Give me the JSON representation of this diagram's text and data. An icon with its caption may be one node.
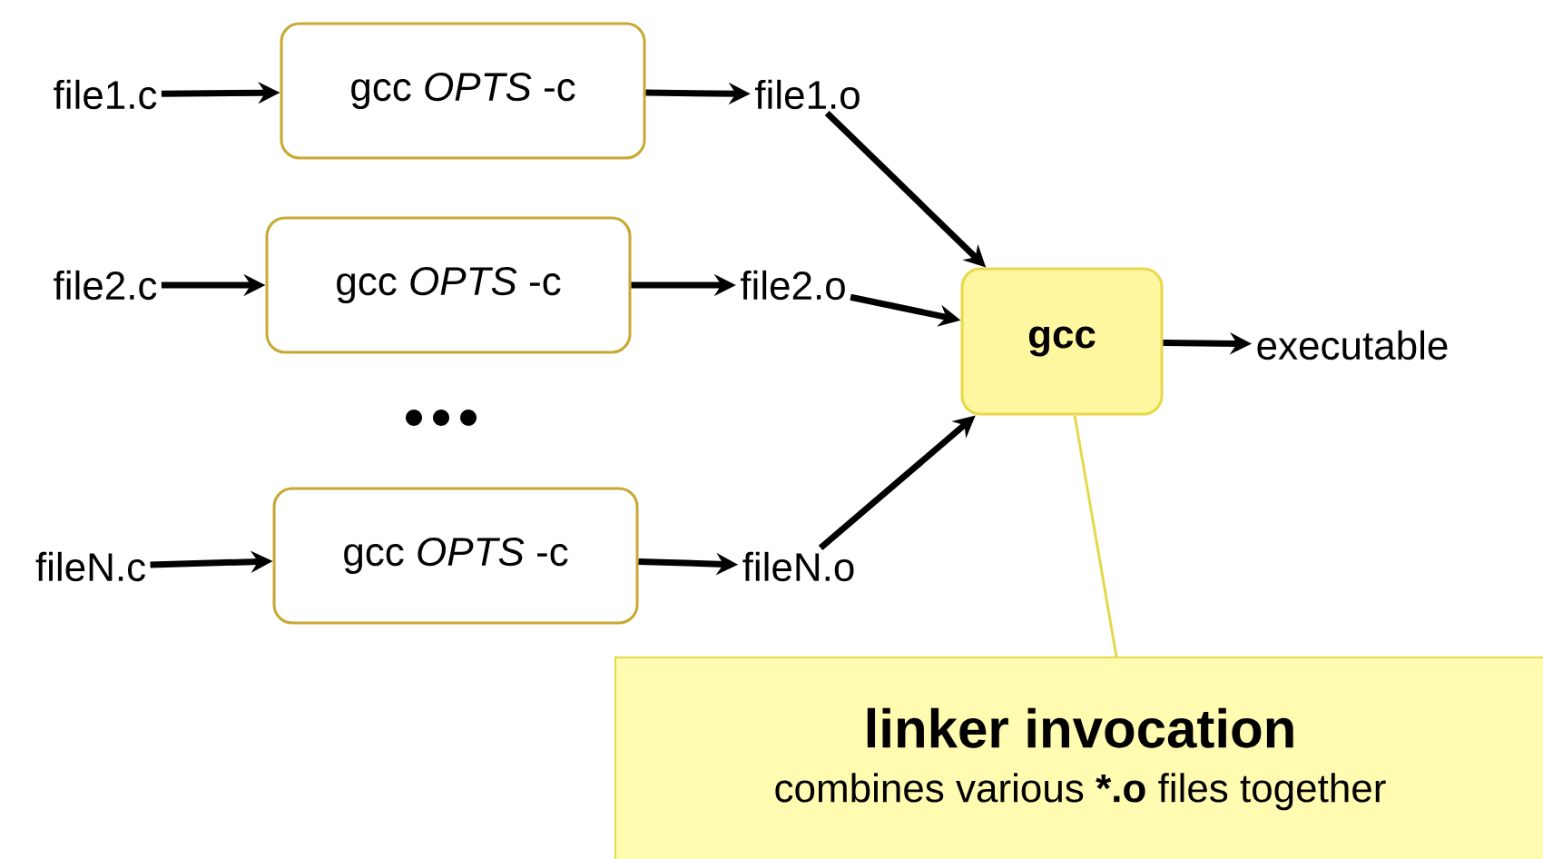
{
  "diagram": {
    "nodes": [
      {
        "text": [
          "file1.c"
        ]
      },
      {
        "text": [
          "gcc *OPTS* -c"
        ]
      },
      {
        "text": [
          "file1.o"
        ]
      },
      {
        "text": [
          "file2.c"
        ]
      },
      {
        "text": [
          "gcc *OPTS* -c"
        ]
      },
      {
        "text": [
          "file2.o"
        ]
      },
      {
        "text": [
          "fileN.c"
        ]
      },
      {
        "text": [
          "gcc *OPTS* -c"
        ]
      },
      {
        "text": [
          "fileN.o"
        ]
      },
      {
        "text": [
          "gcc"
        ]
      },
      {
        "text": [
          "executable"
        ]
      },
      {
        "text": [
          "linker invocation",
          "combines various ***.o** files together"
        ]
      }
    ],
    "edges": [
      {
        "from": 0,
        "to": 1,
        "arrow": "to"
      },
      {
        "from": 1,
        "to": 2,
        "arrow": "to"
      },
      {
        "from": 3,
        "to": 4,
        "arrow": "to"
      },
      {
        "from": 4,
        "to": 5,
        "arrow": "to"
      },
      {
        "from": 6,
        "to": 7,
        "arrow": "to"
      },
      {
        "from": 7,
        "to": 8,
        "arrow": "to"
      },
      {
        "from": 2,
        "to": 9,
        "arrow": "to"
      },
      {
        "from": 5,
        "to": 9,
        "arrow": "to"
      },
      {
        "from": 8,
        "to": 9,
        "arrow": "to"
      },
      {
        "from": 9,
        "to": 10,
        "arrow": "to"
      },
      {
        "from": 11,
        "to": 9,
        "arrow": "none",
        "color": "#e6d84a"
      }
    ]
  }
}
